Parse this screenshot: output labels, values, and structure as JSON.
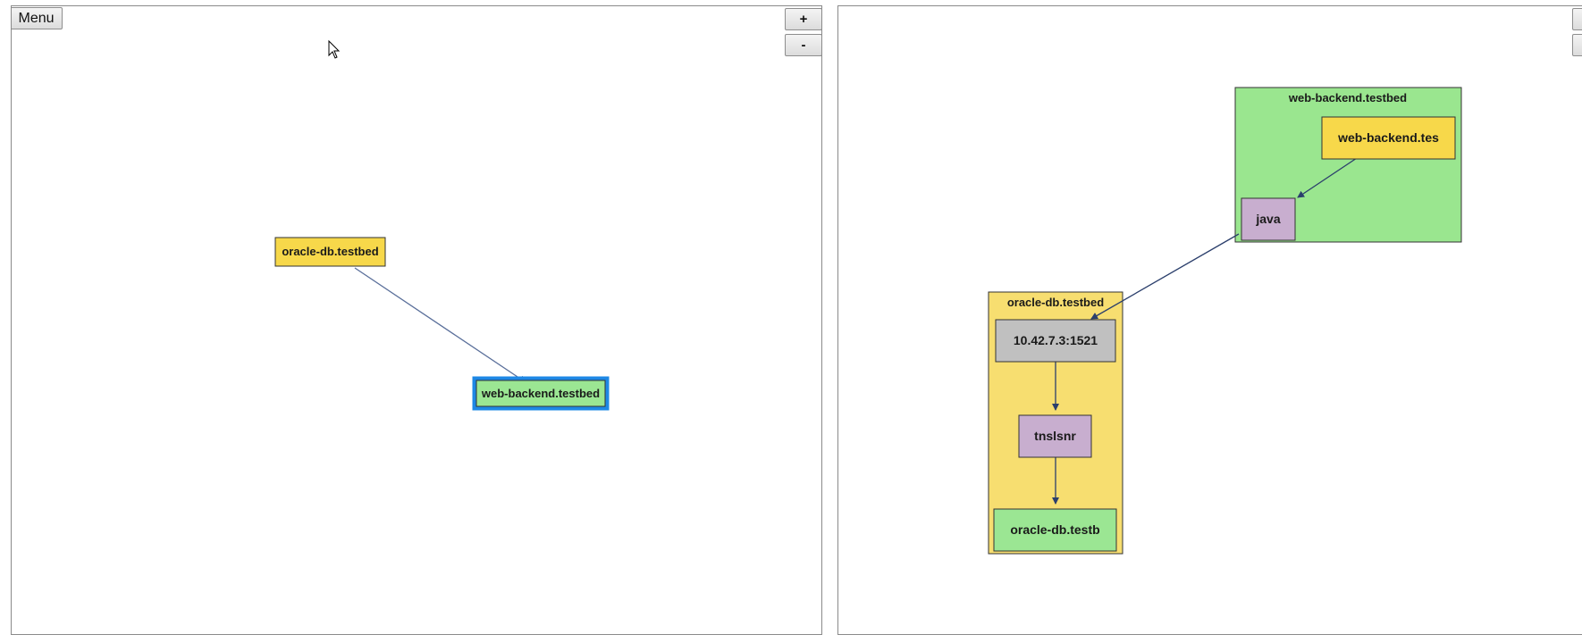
{
  "left_pane": {
    "menu_label": "Menu",
    "zoom_in_label": "+",
    "zoom_out_label": "-",
    "nodes": {
      "oracle_host": "oracle-db.testbed",
      "web_host": "web-backend.testbed"
    }
  },
  "right_pane": {
    "zoom_in_label": "+",
    "zoom_out_label": "-",
    "groups": {
      "web_backend": "web-backend.testbed",
      "oracle_db": "oracle-db.testbed"
    },
    "nodes": {
      "web_backend_host": "web-backend.tes",
      "java": "java",
      "listener_endpoint": "10.42.7.3:1521",
      "tnslsnr": "tnslsnr",
      "oracle_db_host": "oracle-db.testb"
    }
  },
  "colors": {
    "host_yellow": "#f7d84a",
    "host_green": "#9be693",
    "process_purple": "#c8aecf",
    "endpoint_gray": "#c0c0c0",
    "group_green": "#9ae68f",
    "group_yellow": "#f7de70",
    "selection_blue": "#1e88e5",
    "edge": "#5a6f9a"
  }
}
